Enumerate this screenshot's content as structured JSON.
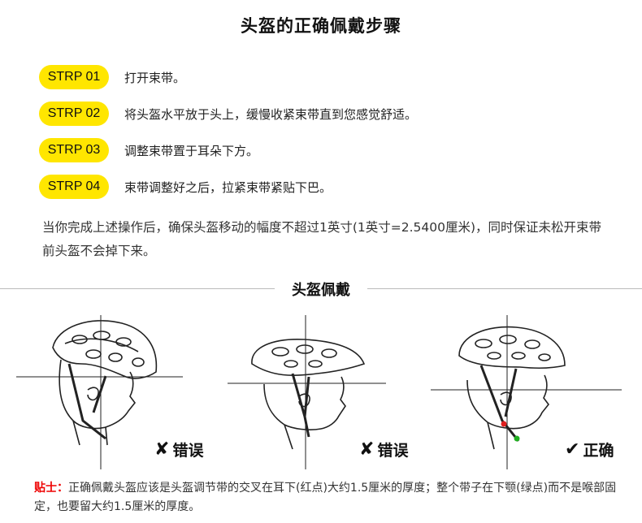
{
  "title": "头盔的正确佩戴步骤",
  "steps": [
    {
      "badge": "STRP 01",
      "text": "打开束带。"
    },
    {
      "badge": "STRP 02",
      "text": "将头盔水平放于头上，缓慢收紧束带直到您感觉舒适。"
    },
    {
      "badge": "STRP 03",
      "text": "调整束带置于耳朵下方。"
    },
    {
      "badge": "STRP 04",
      "text": "束带调整好之后，拉紧束带紧贴下巴。"
    }
  ],
  "note": "当你完成上述操作后，确保头盔移动的幅度不超过1英寸(1英寸=2.5400厘米)，同时保证未松开束带前头盔不会掉下来。",
  "section_title": "头盔佩戴",
  "figures": [
    {
      "icon": "cross-icon",
      "symbol": "✘",
      "label": "错误"
    },
    {
      "icon": "cross-icon",
      "symbol": "✘",
      "label": "错误"
    },
    {
      "icon": "check-icon",
      "symbol": "✔",
      "label": "正确"
    }
  ],
  "tip": {
    "label": "贴士：",
    "text": "正确佩戴头盔应该是头盔调节带的交叉在耳下(红点)大约1.5厘米的厚度；整个带子在下颚(绿点)而不是喉部固定，也要留大约1.5厘米的厚度。"
  },
  "colors": {
    "badge": "#ffe600",
    "tip_label": "#e00000",
    "ear_dot": "#e02020",
    "jaw_dot": "#20b020"
  }
}
